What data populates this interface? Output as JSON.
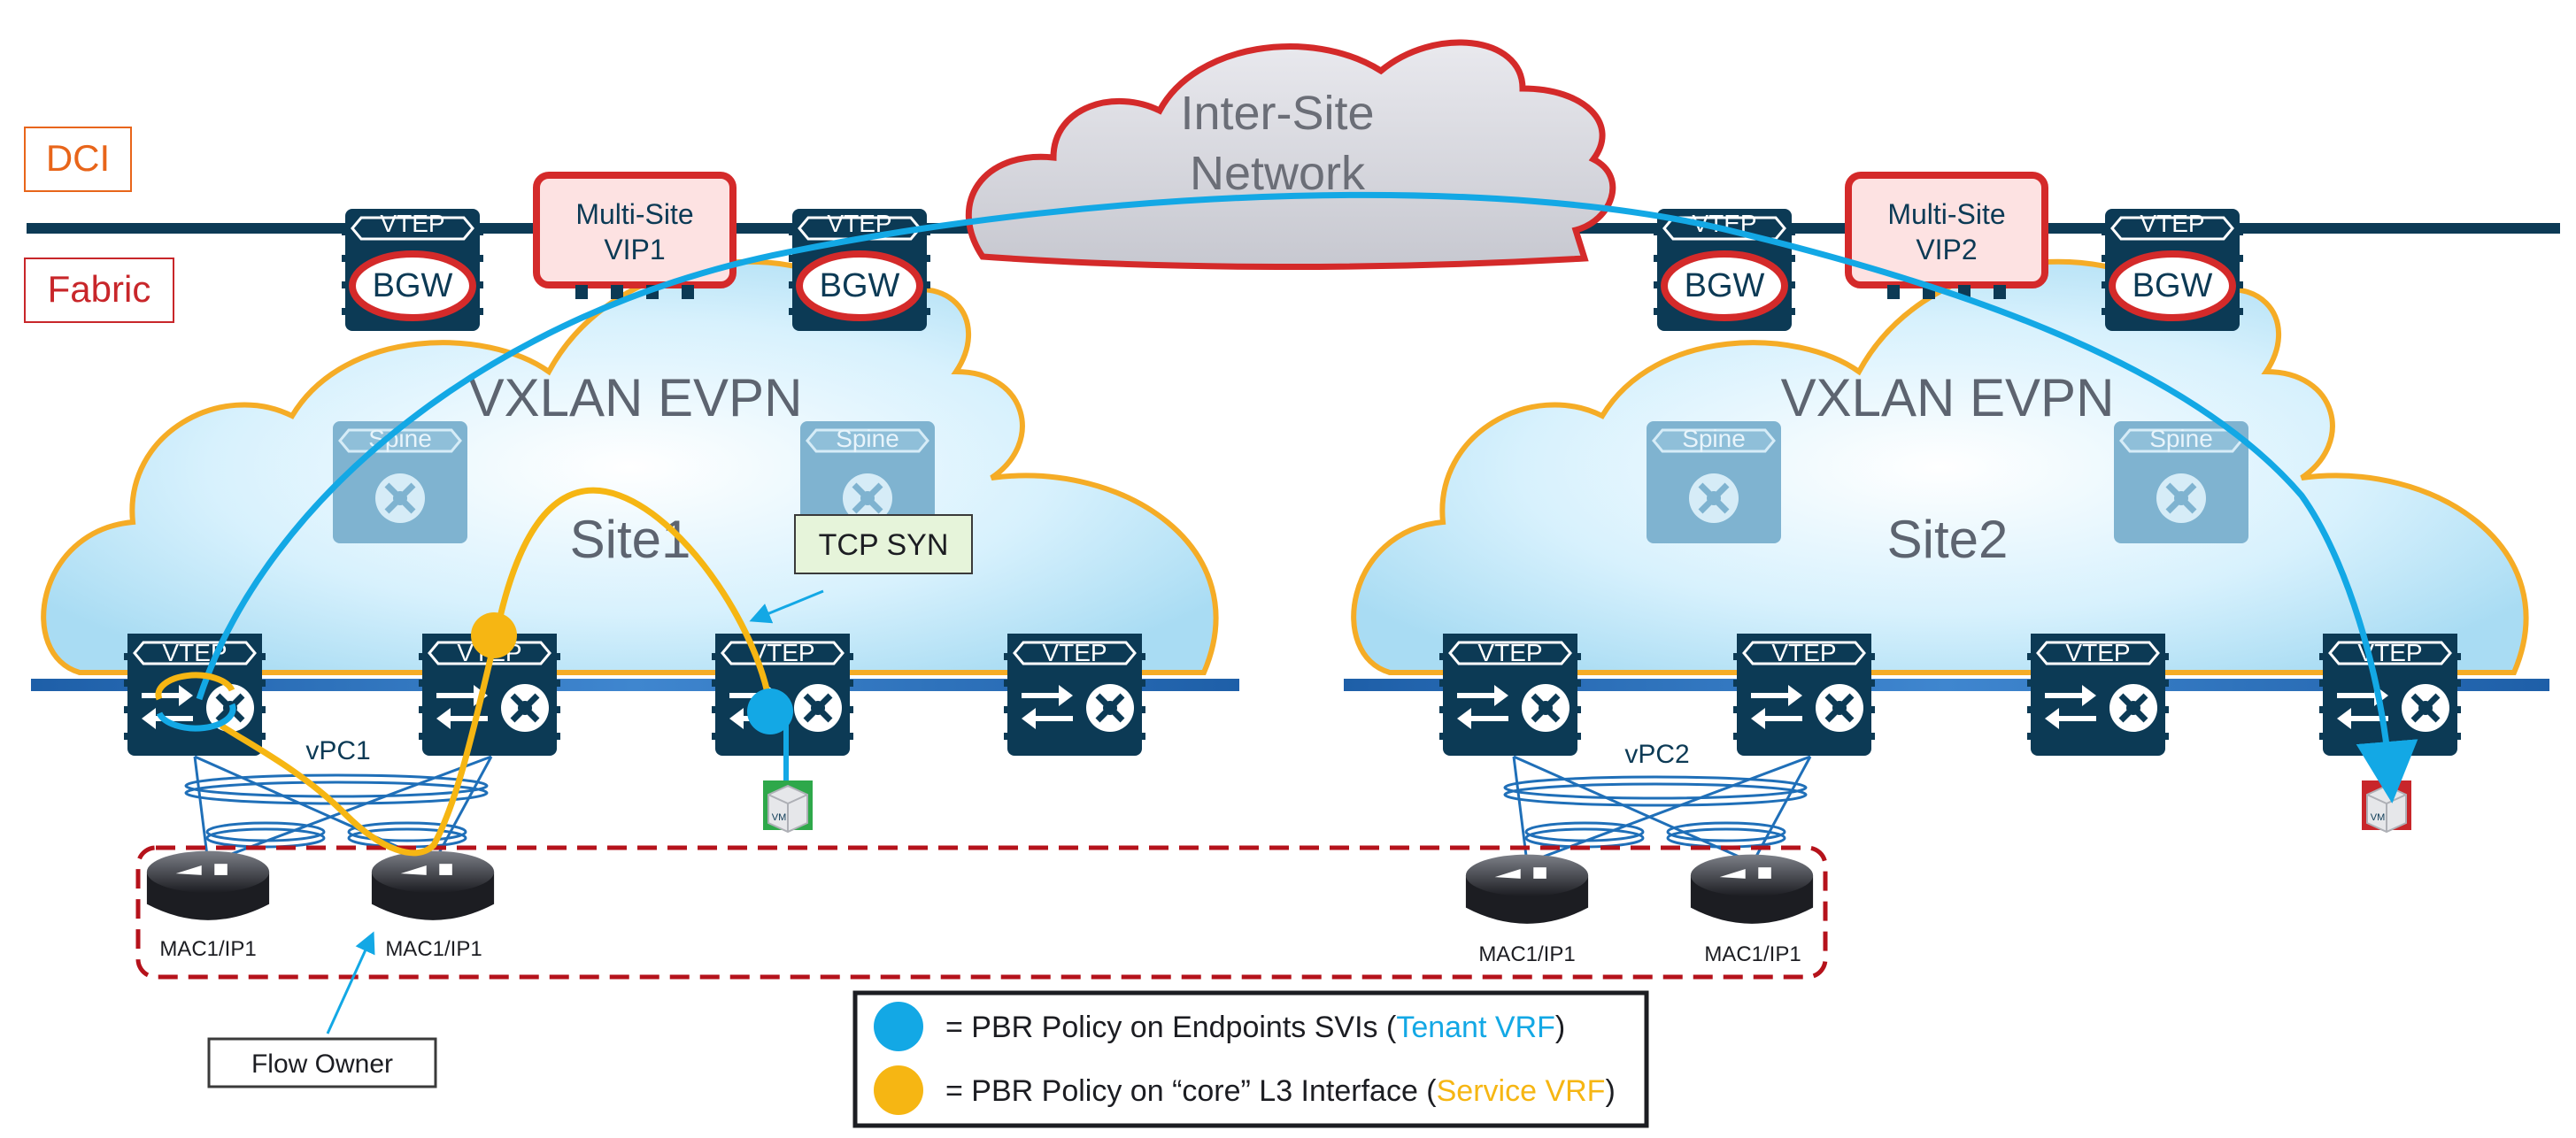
{
  "labels": {
    "dci": "DCI",
    "fabric": "Fabric",
    "cloud": [
      "Inter-Site",
      "Network"
    ],
    "msvip1": [
      "Multi-Site",
      "VIP1"
    ],
    "msvip2": [
      "Multi-Site",
      "VIP2"
    ],
    "vtep": "VTEP",
    "bgw": "BGW",
    "spine": "Spine",
    "evpn": "VXLAN EVPN",
    "site1": "Site1",
    "site2": "Site2",
    "vpc1": "vPC1",
    "vpc2": "vPC2",
    "vm": "VM",
    "tcp_syn": "TCP SYN",
    "flow_owner": "Flow Owner",
    "fw_labels": [
      "MAC1/IP1",
      "MAC1/IP1",
      "MAC1/IP1",
      "MAC1/IP1"
    ]
  },
  "legend": {
    "blue_prefix": "= PBR Policy on Endpoints SVIs (",
    "blue_highlight": "Tenant VRF",
    "blue_suffix": ")",
    "orange_prefix": "= PBR Policy on “core” L3 Interface (",
    "orange_highlight": "Service VRF",
    "orange_suffix": ")"
  },
  "colors": {
    "cisco_navy": "#0b3a55",
    "cloud_fill": "#c6eafa",
    "cloud_outline": "#f5ac26",
    "blue_flow": "#13a8e5",
    "orange_flow": "#f6b613",
    "dci_text": "#e8651a",
    "fabric_text": "#c8262a",
    "vip_red": "#d42a2a",
    "dash_red": "#b5121b"
  }
}
